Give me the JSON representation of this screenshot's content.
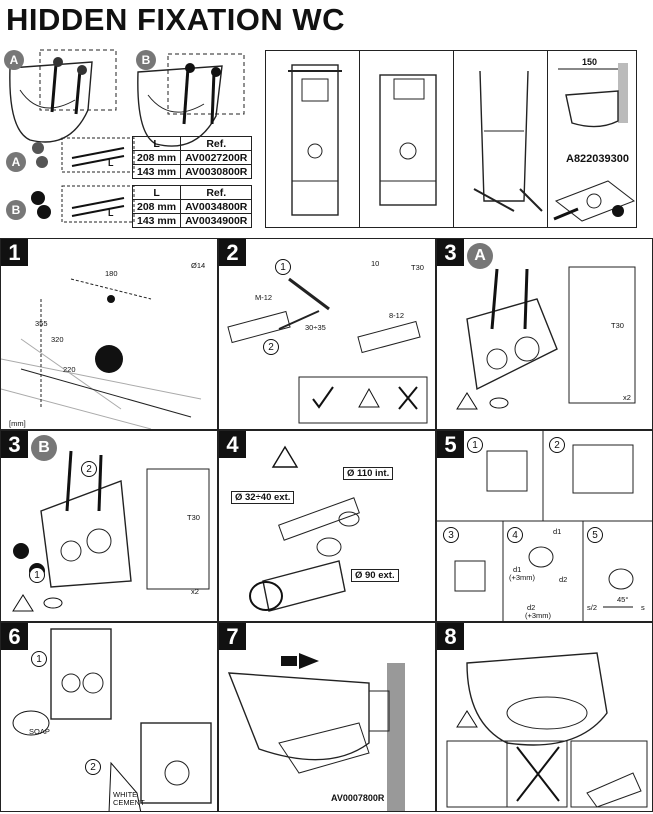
{
  "title": "HIDDEN FIXATION WC",
  "badges": {
    "a": "A",
    "b": "B"
  },
  "table_a": {
    "header_l": "L",
    "header_ref": "Ref.",
    "rows": [
      {
        "l": "208 mm",
        "ref": "AV0027200R"
      },
      {
        "l": "143 mm",
        "ref": "AV0030800R"
      }
    ],
    "dim_label": "L"
  },
  "table_b": {
    "header_l": "L",
    "header_ref": "Ref.",
    "rows": [
      {
        "l": "208 mm",
        "ref": "AV0034800R"
      },
      {
        "l": "143 mm",
        "ref": "AV0034900R"
      }
    ],
    "dim_label": "L"
  },
  "kit": {
    "dim": "150",
    "ref": "A822039300"
  },
  "steps": {
    "s1": "1",
    "s2": "2",
    "s3": "3",
    "s3b": "3",
    "s4": "4",
    "s5": "5",
    "s6": "6",
    "s7": "7",
    "s8": "8"
  },
  "step1": {
    "d180": "180",
    "d355": "355",
    "d320": "320",
    "d220": "220",
    "unit": "[mm]",
    "drill": "Ø14"
  },
  "step2": {
    "m12": "M-12",
    "dim1": "30÷35",
    "dim2": "8-12",
    "wrench": "10",
    "torx": "T30",
    "n1": "1",
    "n2": "2"
  },
  "step3a": {
    "qty": "x2",
    "torx": "T30"
  },
  "step3b": {
    "qty": "x2",
    "torx": "T30",
    "n1": "1",
    "n2": "2"
  },
  "step4": {
    "d110": "Ø 110 int.",
    "d32": "Ø 32÷40 ext.",
    "d90": "Ø 90 ext."
  },
  "step5": {
    "n1": "1",
    "n2": "2",
    "n3": "3",
    "n4": "4",
    "n5": "5",
    "d1": "d1",
    "d1b": "d1",
    "d1p": "(+3mm)",
    "d2": "d2",
    "d2b": "d2",
    "d2p": "(+3mm)",
    "angle": "45°",
    "s2": "s/2",
    "s": "s"
  },
  "step6": {
    "n1": "1",
    "n2": "2",
    "soap": "SOAP",
    "cement": "WHITE CEMENT"
  },
  "step7": {
    "ref": "AV0007800R"
  }
}
